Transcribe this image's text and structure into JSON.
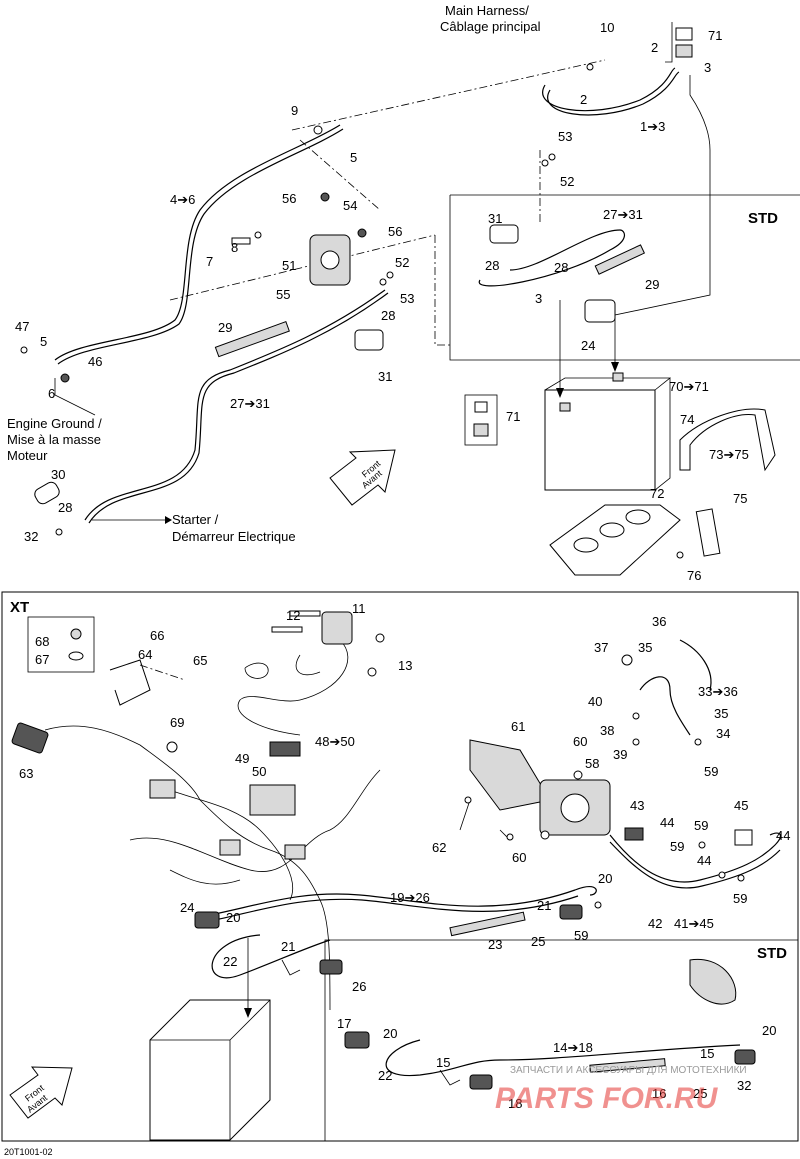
{
  "top": {
    "std_label": "STD",
    "main_harness": [
      "Main Harness/",
      "Câblage principal"
    ],
    "engine_ground": [
      "Engine Ground /",
      "Mise à la masse",
      "Moteur"
    ],
    "starter": [
      "Starter /",
      "Démarreur Electrique"
    ],
    "front": [
      "Front",
      "Avant"
    ],
    "callouts": {
      "c1_3": "1➔3",
      "c2a": "2",
      "c2b": "2",
      "c3a": "3",
      "c3b": "3",
      "c4_6": "4➔6",
      "c5a": "5",
      "c5b": "5",
      "c6": "6",
      "c7": "7",
      "c8": "8",
      "c9": "9",
      "c10": "10",
      "c24": "24",
      "c27_31a": "27➔31",
      "c27_31b": "27➔31",
      "c28a": "28",
      "c28b": "28",
      "c28c": "28",
      "c28d": "28",
      "c29a": "29",
      "c29b": "29",
      "c30": "30",
      "c31a": "31",
      "c31b": "31",
      "c32": "32",
      "c46": "46",
      "c47": "47",
      "c51": "51",
      "c52": "52",
      "c52b": "52",
      "c53": "53",
      "c53b": "53",
      "c54": "54",
      "c55": "55",
      "c56a": "56",
      "c56b": "56",
      "c70_71": "70➔71",
      "c71a": "71",
      "c71b": "71",
      "c72": "72",
      "c73_75": "73➔75",
      "c74": "74",
      "c75": "75",
      "c76": "76"
    }
  },
  "bottom": {
    "xt_label": "XT",
    "std_label": "STD",
    "front": [
      "Front",
      "Avant"
    ],
    "callouts": {
      "c11": "11",
      "c12": "12",
      "c13": "13",
      "c14_18": "14➔18",
      "c15a": "15",
      "c15b": "15",
      "c16": "16",
      "c17": "17",
      "c18": "18",
      "c19_26": "19➔26",
      "c20a": "20",
      "c20b": "20",
      "c20c": "20",
      "c21a": "21",
      "c21b": "21",
      "c22a": "22",
      "c22b": "22",
      "c23": "23",
      "c24": "24",
      "c25a": "25",
      "c25b": "25",
      "c26": "26",
      "c32": "32",
      "c33_36": "33➔36",
      "c34": "34",
      "c35a": "35",
      "c35b": "35",
      "c36": "36",
      "c37": "37",
      "c38": "38",
      "c39": "39",
      "c40": "40",
      "c41_45": "41➔45",
      "c42": "42",
      "c43": "43",
      "c44a": "44",
      "c44b": "44",
      "c44c": "44",
      "c45": "45",
      "c48_50": "48➔50",
      "c49": "49",
      "c50": "50",
      "c58": "58",
      "c59a": "59",
      "c59b": "59",
      "c59c": "59",
      "c59d": "59",
      "c59e": "59",
      "c60a": "60",
      "c60b": "60",
      "c61": "61",
      "c62": "62",
      "c63": "63",
      "c64": "64",
      "c65": "65",
      "c66": "66",
      "c67": "67",
      "c68": "68",
      "c69": "69"
    }
  },
  "figure_id": "20T1001-02",
  "watermark": {
    "line1": "ЗАПЧАСТИ И АКСЕССУАРЫ ДЛЯ МОТОТЕХНИКИ",
    "line2": "PARTS FOR.RU"
  }
}
